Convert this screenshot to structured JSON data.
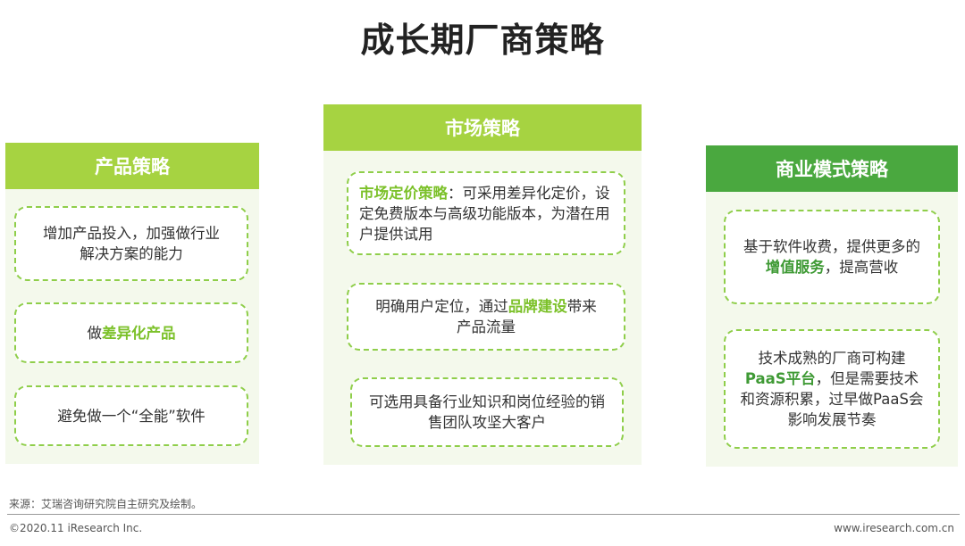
{
  "title": "成长期厂商策略",
  "colors": {
    "header_light_green": "#a6d341",
    "header_dark_green": "#4aa83f",
    "highlight_green": "#7cc12a",
    "highlight_dark_green": "#3f9a35",
    "card_border": "#8fce4a",
    "panel_bg": "#f4f9ec"
  },
  "columns": {
    "product": {
      "header": "产品策略",
      "cards": [
        {
          "text": "增加产品投入，加强做行业解决方案的能力"
        },
        {
          "pre": "做",
          "hl": "差异化产品",
          "post": ""
        },
        {
          "text": "避免做一个“全能”软件"
        }
      ]
    },
    "market": {
      "header": "市场策略",
      "cards": [
        {
          "pre": "",
          "hl": "市场定价策略",
          "post": "：可采用差异化定价，设定免费版本与高级功能版本，为潜在用户提供试用"
        },
        {
          "pre": "明确用户定位，通过",
          "hl": "品牌建设",
          "post": "带来产品流量"
        },
        {
          "text": "可选用具备行业知识和岗位经验的销售团队攻坚大客户"
        }
      ]
    },
    "business": {
      "header": "商业模式策略",
      "cards": [
        {
          "pre": "基于软件收费，提供更多的",
          "hl": "增值服务",
          "post": "，提高营收"
        },
        {
          "pre": "技术成熟的厂商可构建",
          "hl": "PaaS平台",
          "post": "，但是需要技术和资源积累，过早做PaaS会影响发展节奏"
        }
      ]
    }
  },
  "source": "来源：艾瑞咨询研究院自主研究及绘制。",
  "footer": {
    "copyright": "©2020.11 iResearch Inc.",
    "website": "www.iresearch.com.cn"
  }
}
